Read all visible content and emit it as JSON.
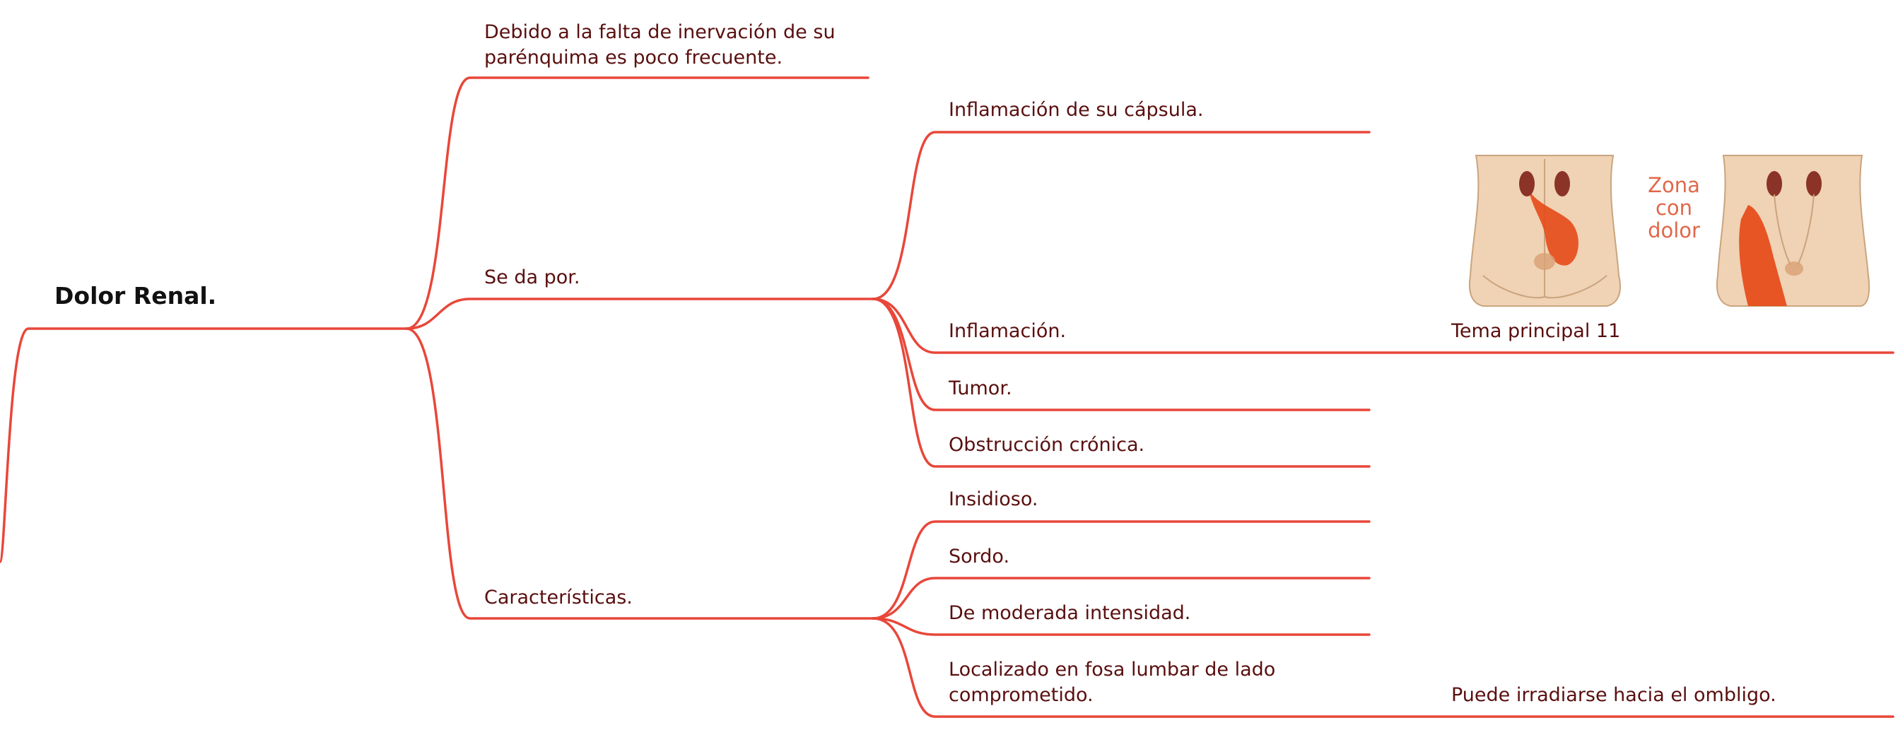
{
  "root": {
    "label": "Dolor Renal."
  },
  "branches": {
    "note": {
      "line1": "Debido a la falta de inervación de su",
      "line2": "parénquima es poco frecuente."
    },
    "causes": {
      "label": "Se da por.",
      "items": {
        "capsule": "Inflamación de su cápsula.",
        "inflammation": "Inflamación.",
        "tumor": "Tumor.",
        "obstruction": "Obstrucción crónica."
      },
      "topic": "Tema principal 11"
    },
    "features": {
      "label": "Características.",
      "items": {
        "insidious": "Insidioso.",
        "dull": "Sordo.",
        "moderate": "De moderada intensidad.",
        "located_line1": "Localizado en fosa lumbar de lado",
        "located_line2": "comprometido."
      },
      "radiates": "Puede irradiarse hacia el ombligo."
    }
  },
  "illustration": {
    "label_line1": "Zona",
    "label_line2": "con",
    "label_line3": "dolor"
  },
  "colors": {
    "connector": "#e8473a",
    "text": "#5a0f0f",
    "pain": "#e64a19",
    "skin": "#f0d2b4"
  }
}
